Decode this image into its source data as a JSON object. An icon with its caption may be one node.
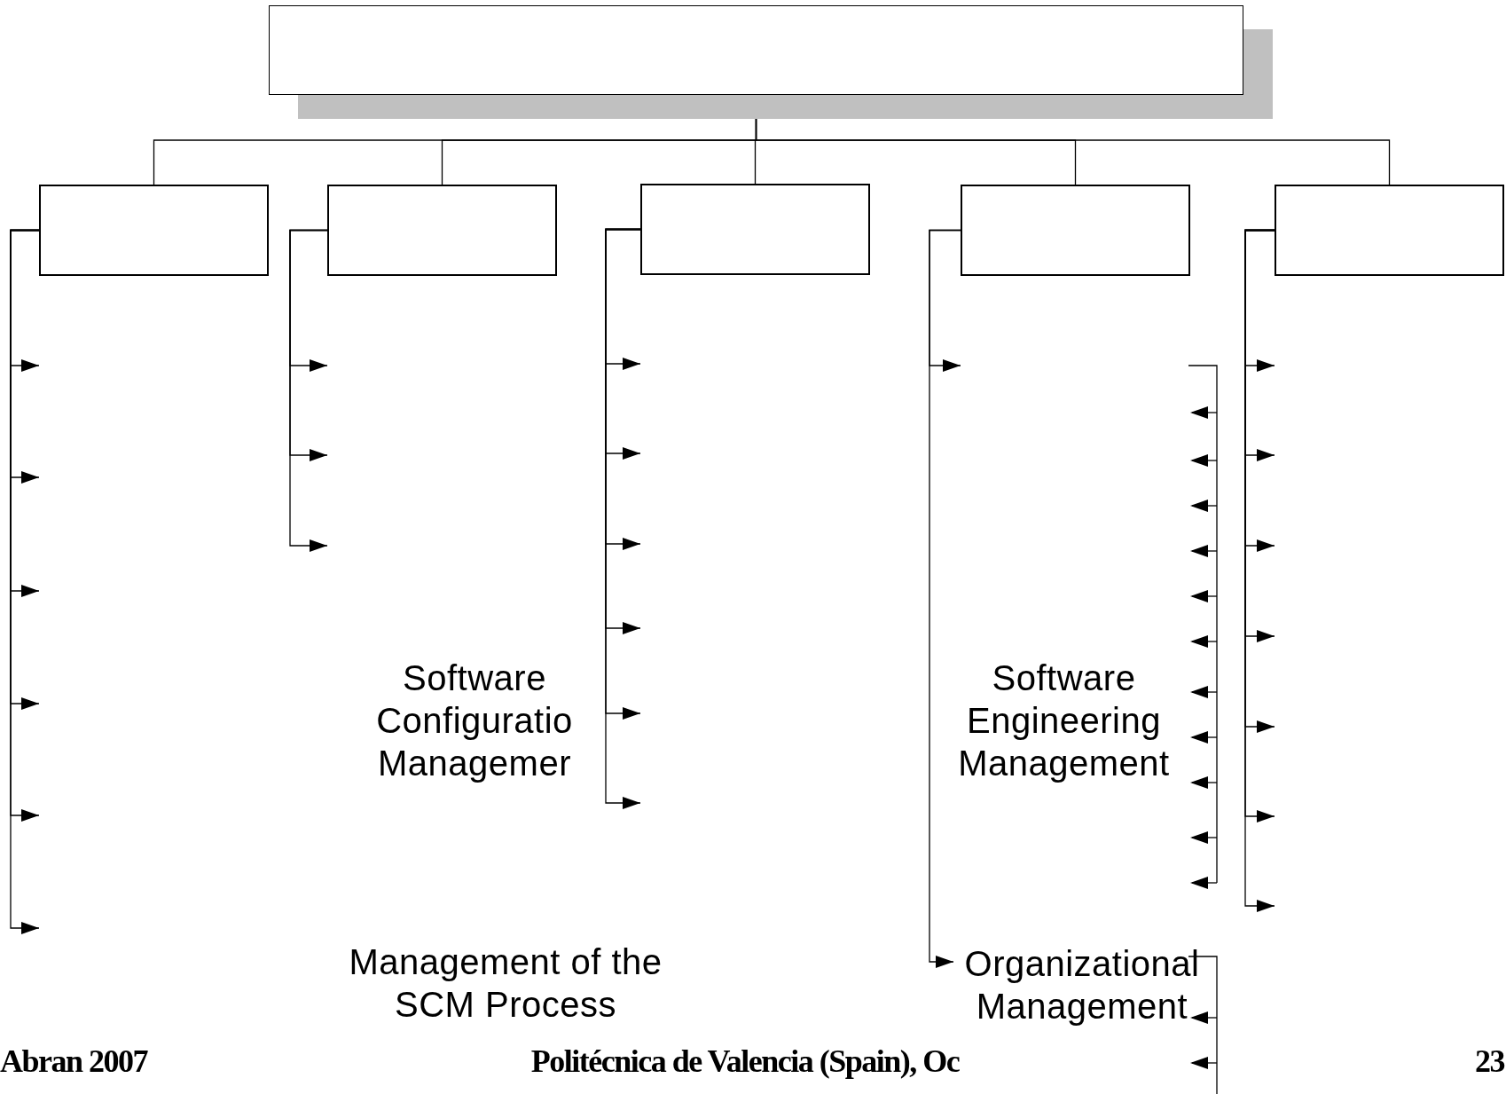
{
  "diagram": {
    "nodes": [
      {
        "text": [],
        "shape": "box"
      },
      {
        "text": [],
        "shape": "box"
      },
      {
        "text": [],
        "shape": "box"
      },
      {
        "text": [],
        "shape": "box"
      },
      {
        "text": [],
        "shape": "box"
      },
      {
        "text": [],
        "shape": "box"
      },
      {
        "text": [
          "Organizational Management"
        ]
      }
    ],
    "edges": [
      {
        "from": 0,
        "to": 1,
        "arrow": "none"
      },
      {
        "from": 0,
        "to": 2,
        "arrow": "none"
      },
      {
        "from": 0,
        "to": 3,
        "arrow": "none"
      },
      {
        "from": 0,
        "to": 4,
        "arrow": "none"
      },
      {
        "from": 0,
        "to": 5,
        "arrow": "none"
      },
      {
        "from": 1,
        "to": null,
        "arrow": "to"
      },
      {
        "from": 1,
        "to": null,
        "arrow": "to"
      },
      {
        "from": 1,
        "to": null,
        "arrow": "to"
      },
      {
        "from": 1,
        "to": null,
        "arrow": "to"
      },
      {
        "from": 1,
        "to": null,
        "arrow": "to"
      },
      {
        "from": 1,
        "to": null,
        "arrow": "to"
      },
      {
        "from": 2,
        "to": null,
        "arrow": "to"
      },
      {
        "from": 2,
        "to": null,
        "arrow": "to"
      },
      {
        "from": 2,
        "to": null,
        "arrow": "to"
      },
      {
        "from": 3,
        "to": null,
        "arrow": "to"
      },
      {
        "from": 3,
        "to": null,
        "arrow": "to"
      },
      {
        "from": 3,
        "to": null,
        "arrow": "to"
      },
      {
        "from": 3,
        "to": null,
        "arrow": "to"
      },
      {
        "from": 3,
        "to": null,
        "arrow": "to"
      },
      {
        "from": 3,
        "to": null,
        "arrow": "to"
      },
      {
        "from": 4,
        "to": null,
        "arrow": "to"
      },
      {
        "from": 4,
        "to": 6,
        "arrow": "to"
      },
      {
        "from": 5,
        "to": null,
        "arrow": "to"
      },
      {
        "from": 5,
        "to": null,
        "arrow": "to"
      },
      {
        "from": 5,
        "to": null,
        "arrow": "to"
      },
      {
        "from": 5,
        "to": null,
        "arrow": "to"
      },
      {
        "from": 5,
        "to": null,
        "arrow": "to"
      },
      {
        "from": 5,
        "to": null,
        "arrow": "to"
      },
      {
        "from": 5,
        "to": null,
        "arrow": "to"
      }
    ],
    "labels": [
      "Software Configuratio Managemer",
      "Software Engineering Management",
      "Management of the SCM Process",
      "Abran 2007",
      "Politécnica de Valencia (Spain), Oc",
      "23"
    ]
  }
}
